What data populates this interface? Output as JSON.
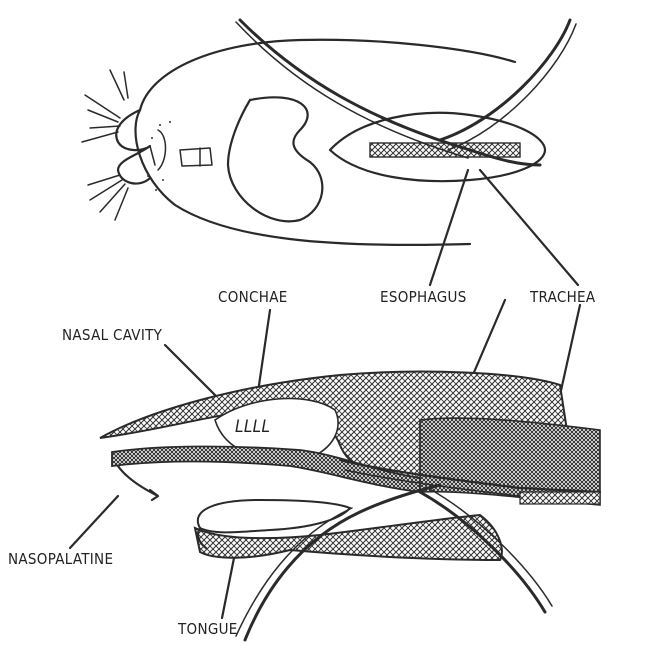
{
  "labels": {
    "conchae": "CONCHAE",
    "esophagus": "ESOPHAGUS",
    "trachea": "TRACHEA",
    "nasal_cavity": "NASAL CAVITY",
    "nasopalatine": "NASOPALATINE",
    "tongue": "TONGUE",
    "turbinate_glyphs": "LLLL"
  },
  "colors": {
    "ink": "#2a2a2a",
    "background": "#ffffff"
  }
}
